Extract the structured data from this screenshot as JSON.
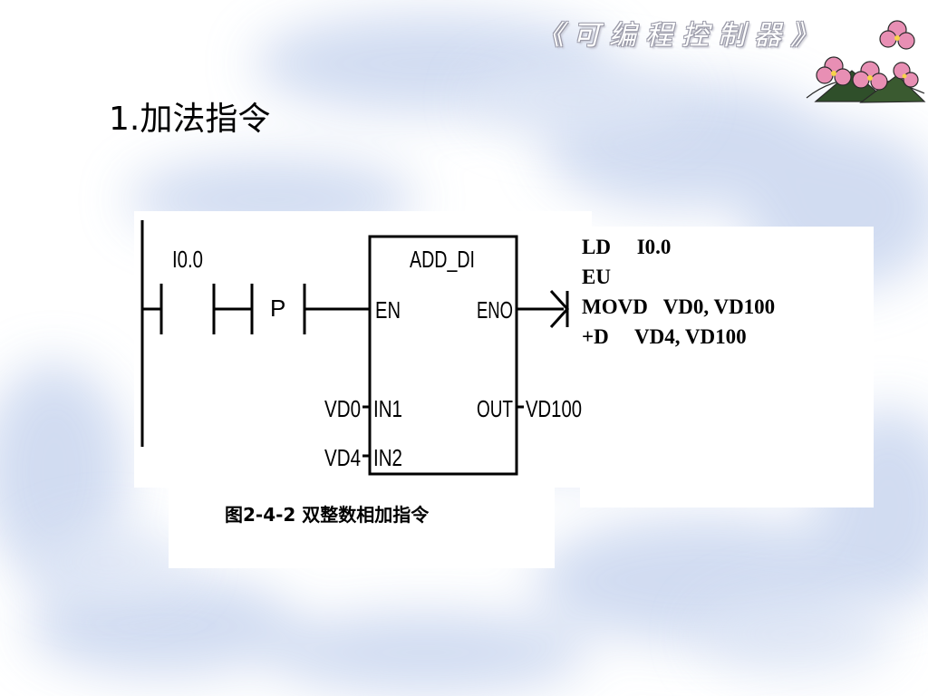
{
  "header": {
    "title": "《可编程控制器》",
    "decoration_icon": "flower-decoration-icon"
  },
  "section": {
    "title": "1.加法指令"
  },
  "ladder": {
    "contact_label": "I0.0",
    "edge_label": "P",
    "box_title": "ADD_DI",
    "en_label": "EN",
    "eno_label": "ENO",
    "in1_label": "IN1",
    "in2_label": "IN2",
    "out_label": "OUT",
    "in1_operand": "VD0",
    "in2_operand": "VD4",
    "out_operand": "VD100"
  },
  "stl": {
    "lines": [
      "LD     I0.0",
      "EU",
      "MOVD   VD0, VD100",
      "+D     VD4, VD100"
    ]
  },
  "caption": "图2-4-2  双整数相加指令",
  "colors": {
    "line": "#000000",
    "background_blue": "#c9d6ef",
    "flower_pink": "#e88fb4"
  }
}
